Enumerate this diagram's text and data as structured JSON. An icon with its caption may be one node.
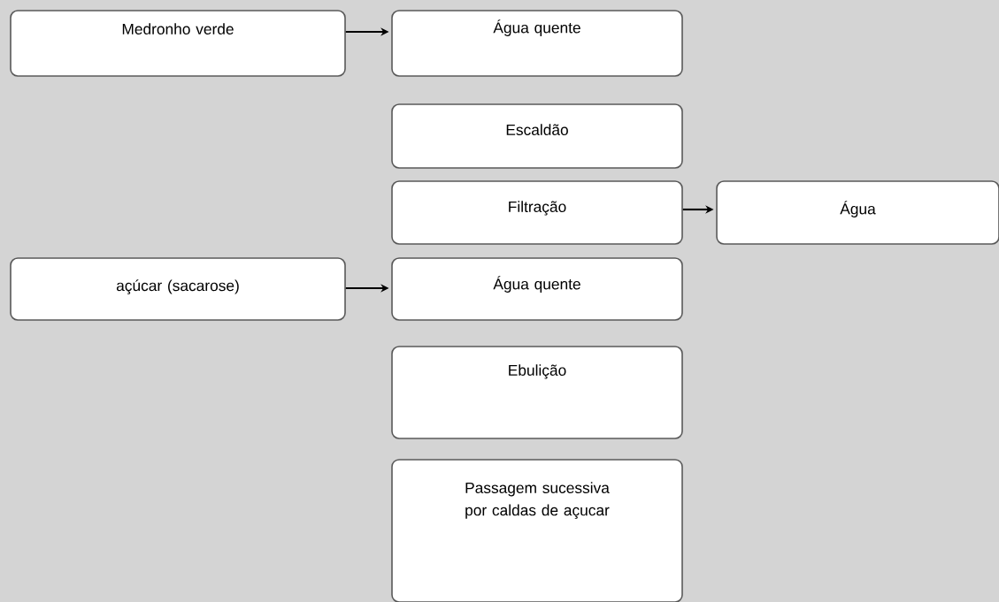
{
  "diagram": {
    "nodes": [
      {
        "text": [
          "Medronho verde"
        ]
      },
      {
        "text": [
          "Água quente"
        ]
      },
      {
        "text": [
          "Escaldão"
        ]
      },
      {
        "text": [
          "Filtração"
        ]
      },
      {
        "text": [
          "Água"
        ]
      },
      {
        "text": [
          "açúcar (sacarose)"
        ]
      },
      {
        "text": [
          "Água quente"
        ]
      },
      {
        "text": [
          "Ebulição"
        ]
      },
      {
        "text": [
          "Passagem sucessiva por caldas de açucar"
        ]
      }
    ],
    "edges": [
      {
        "from": 0,
        "to": 1,
        "arrow": "to"
      },
      {
        "from": 3,
        "to": 4,
        "arrow": "to"
      },
      {
        "from": 5,
        "to": 6,
        "arrow": "to"
      }
    ]
  }
}
